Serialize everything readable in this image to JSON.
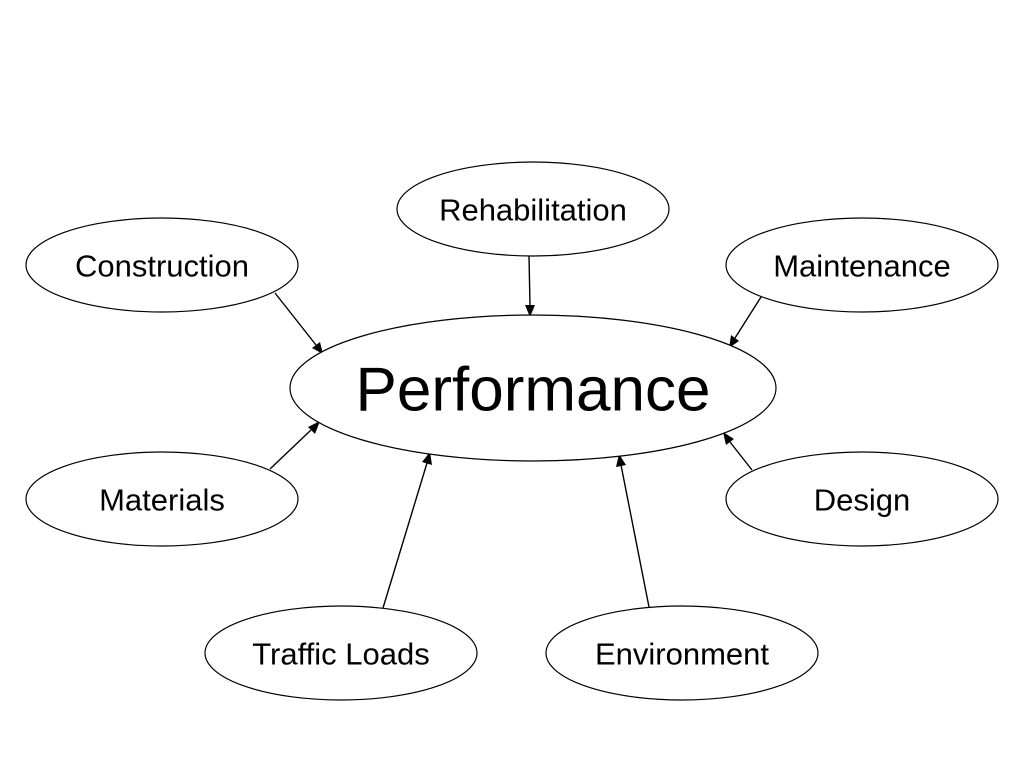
{
  "diagram": {
    "center": {
      "label": "Performance"
    },
    "factors": [
      {
        "id": "rehabilitation",
        "label": "Rehabilitation"
      },
      {
        "id": "construction",
        "label": "Construction"
      },
      {
        "id": "maintenance",
        "label": "Maintenance"
      },
      {
        "id": "materials",
        "label": "Materials"
      },
      {
        "id": "design",
        "label": "Design"
      },
      {
        "id": "traffic-loads",
        "label": "Traffic Loads"
      },
      {
        "id": "environment",
        "label": "Environment"
      }
    ],
    "edges": [
      {
        "from": "rehabilitation",
        "to": "center"
      },
      {
        "from": "construction",
        "to": "center"
      },
      {
        "from": "maintenance",
        "to": "center"
      },
      {
        "from": "materials",
        "to": "center"
      },
      {
        "from": "design",
        "to": "center"
      },
      {
        "from": "traffic-loads",
        "to": "center"
      },
      {
        "from": "environment",
        "to": "center"
      }
    ],
    "colors": {
      "stroke": "#000000",
      "background": "#ffffff",
      "text": "#000000"
    }
  }
}
